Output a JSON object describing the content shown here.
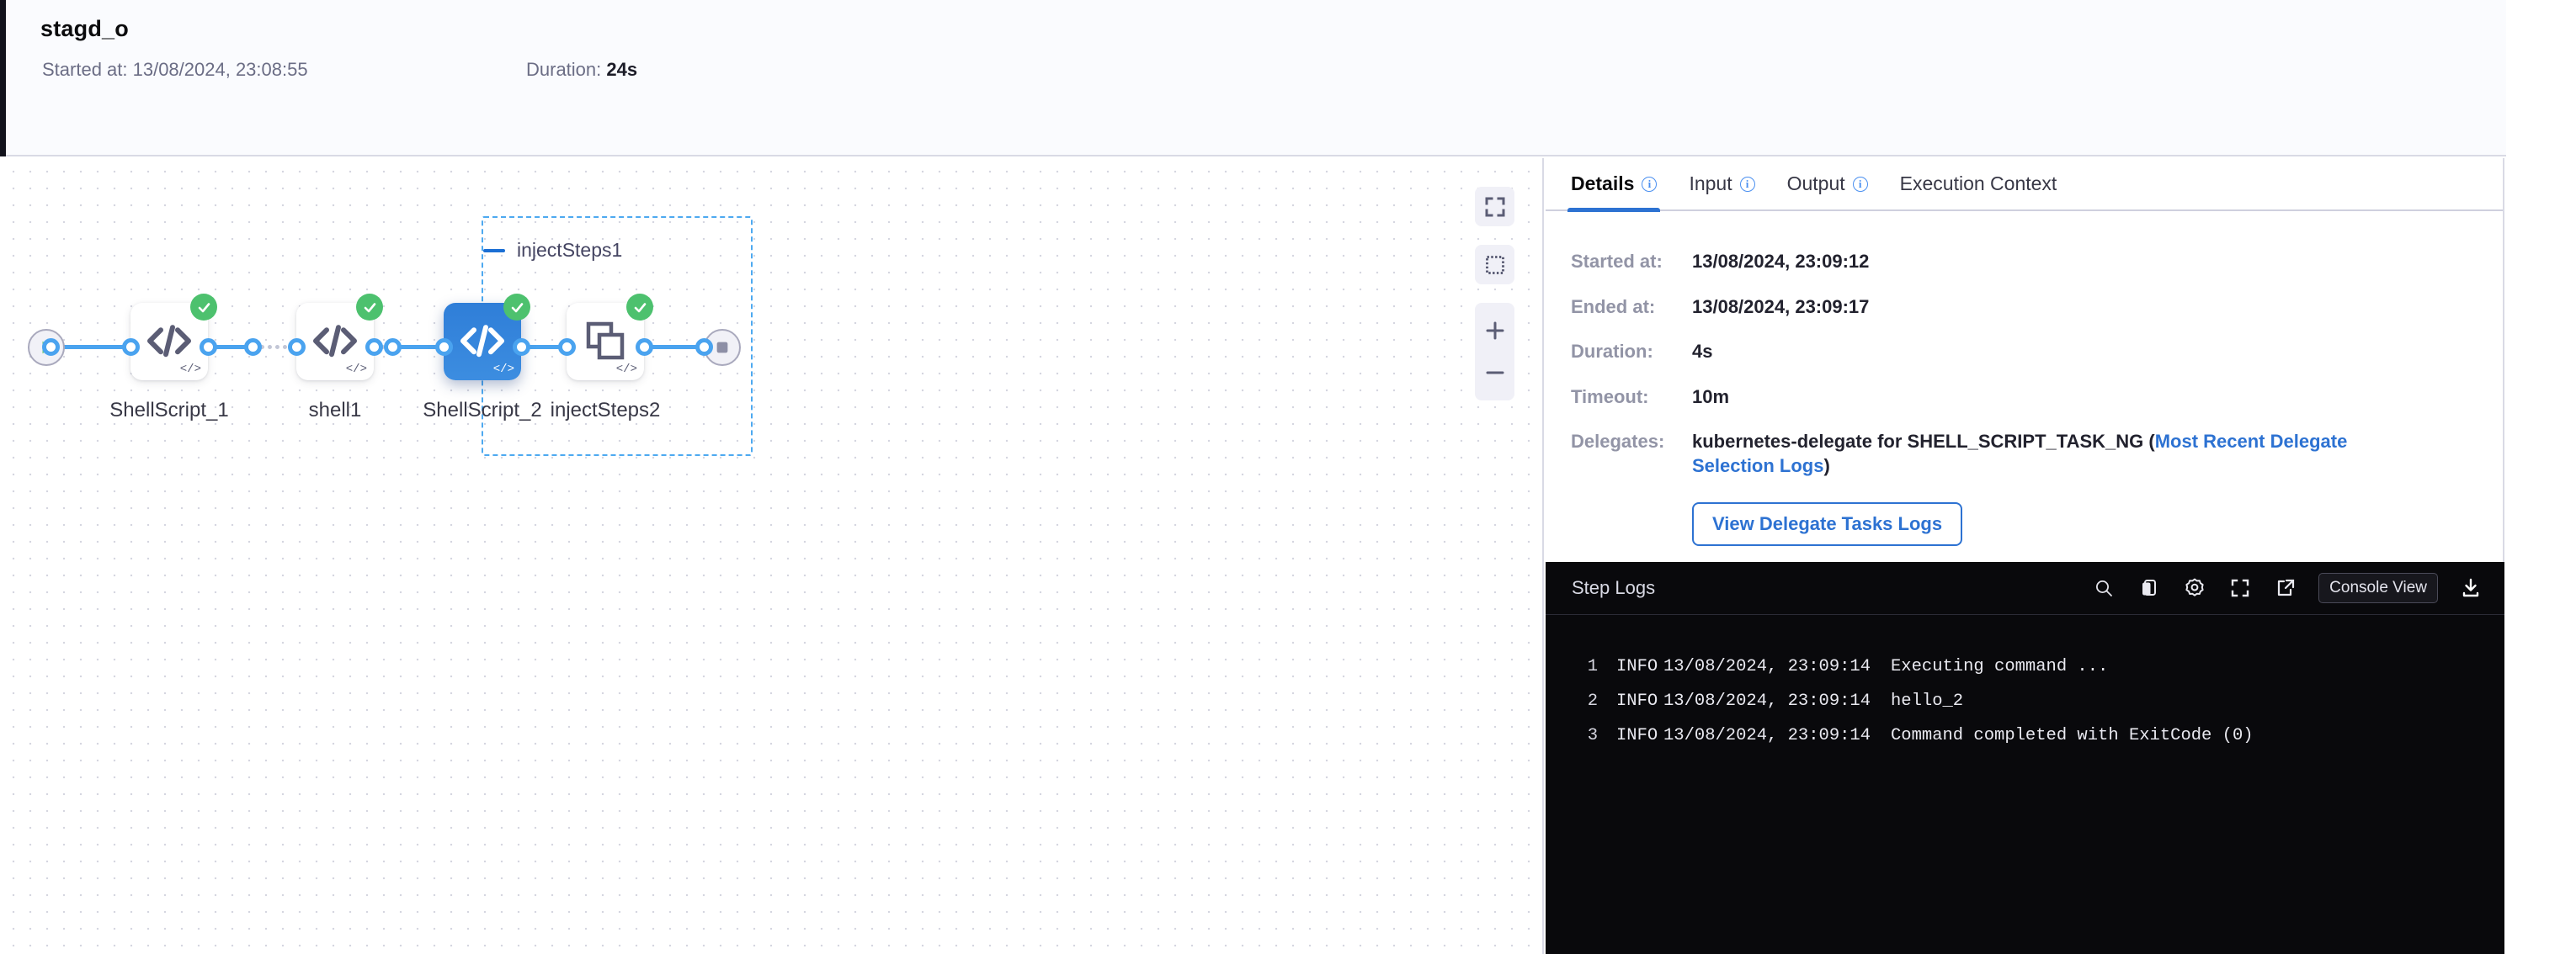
{
  "header": {
    "title": "stagd_o",
    "started_label": "Started at:",
    "started_value": "13/08/2024, 23:08:55",
    "started_full": "Started at: 13/08/2024, 23:08:55",
    "duration_label": "Duration:",
    "duration_value": "24s"
  },
  "canvas": {
    "group": {
      "label": "injectSteps1",
      "collapse_icon": "minus-icon"
    },
    "start_node": {
      "name": "start-node",
      "icon": "play-icon"
    },
    "end_node": {
      "name": "end-node",
      "icon": "stop-square-icon"
    },
    "nodes": [
      {
        "label": "ShellScript_1",
        "icon": "code-icon",
        "status": "success",
        "selected": false,
        "corner": "</>"
      },
      {
        "label": "shell1",
        "icon": "code-icon",
        "status": "success",
        "selected": false,
        "corner": "</>"
      },
      {
        "label": "ShellScript_2",
        "icon": "code-icon",
        "status": "success",
        "selected": true,
        "corner": "</>"
      },
      {
        "label": "injectSteps2",
        "icon": "copy-squares-icon",
        "status": "success",
        "selected": false,
        "corner": "</>"
      }
    ],
    "controls": [
      {
        "name": "fit-to-screen-button",
        "icon": "expand-corners-icon"
      },
      {
        "name": "selection-box-button",
        "icon": "dashed-square-icon"
      },
      {
        "name": "zoom-in-button",
        "icon": "plus-icon"
      },
      {
        "name": "zoom-out-button",
        "icon": "minus-icon"
      }
    ],
    "colors": {
      "wire": "#4aa3ef",
      "group_border": "#4da9f0",
      "selected_node": "#2f7ed8",
      "status_success": "#4dc16e"
    }
  },
  "panel": {
    "tabs": [
      {
        "label": "Details",
        "info": true,
        "active": true
      },
      {
        "label": "Input",
        "info": true,
        "active": false
      },
      {
        "label": "Output",
        "info": true,
        "active": false
      },
      {
        "label": "Execution Context",
        "info": false,
        "active": false
      }
    ],
    "details": [
      {
        "label": "Started at:",
        "value": "13/08/2024, 23:09:12"
      },
      {
        "label": "Ended at:",
        "value": "13/08/2024, 23:09:17"
      },
      {
        "label": "Duration:",
        "value": "4s"
      },
      {
        "label": "Timeout:",
        "value": "10m"
      }
    ],
    "delegates": {
      "label": "Delegates:",
      "text": "kubernetes-delegate for SHELL_SCRIPT_TASK_NG (",
      "link": "Most Recent Delegate Selection Logs",
      "suffix": ")",
      "button": "View Delegate Tasks Logs"
    }
  },
  "console": {
    "title": "Step Logs",
    "icons": [
      {
        "name": "search-icon"
      },
      {
        "name": "copy-icon"
      },
      {
        "name": "gear-icon"
      },
      {
        "name": "fullscreen-icon"
      },
      {
        "name": "open-external-icon"
      }
    ],
    "view_button": "Console View",
    "download_icon": "download-icon",
    "logs": [
      {
        "num": "1",
        "level": "INFO",
        "timestamp": "13/08/2024, 23:09:14",
        "message": "Executing command ..."
      },
      {
        "num": "2",
        "level": "INFO",
        "timestamp": "13/08/2024, 23:09:14",
        "message": "hello_2"
      },
      {
        "num": "3",
        "level": "INFO",
        "timestamp": "13/08/2024, 23:09:14",
        "message": "Command completed with ExitCode (0)"
      }
    ]
  }
}
